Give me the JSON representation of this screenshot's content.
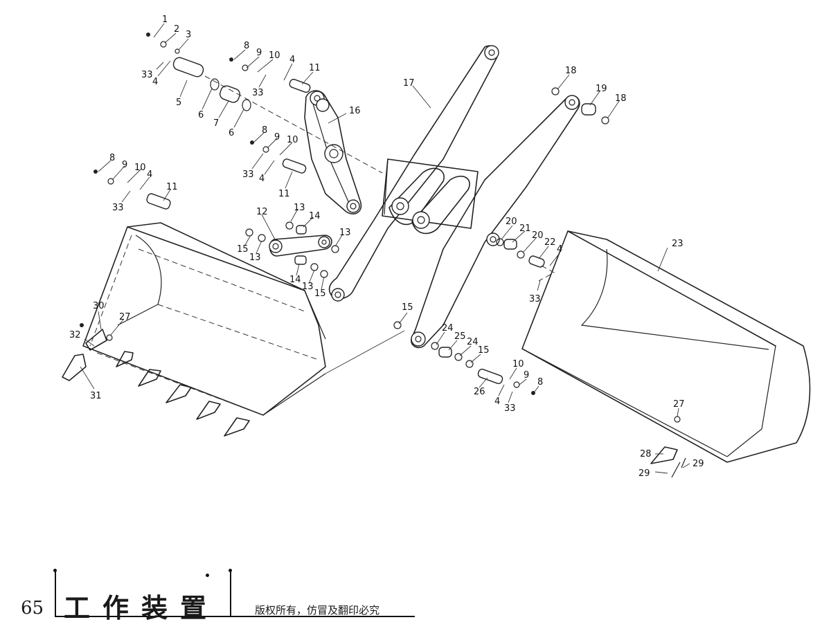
{
  "diagram": {
    "callouts": [
      {
        "id": "c1",
        "text": "1"
      },
      {
        "id": "c2",
        "text": "2"
      },
      {
        "id": "c3",
        "text": "3"
      },
      {
        "id": "c33a",
        "text": "33"
      },
      {
        "id": "c4a",
        "text": "4"
      },
      {
        "id": "c5",
        "text": "5"
      },
      {
        "id": "c6a",
        "text": "6"
      },
      {
        "id": "c7",
        "text": "7"
      },
      {
        "id": "c6b",
        "text": "6"
      },
      {
        "id": "c8a",
        "text": "8"
      },
      {
        "id": "c9a",
        "text": "9"
      },
      {
        "id": "c10a",
        "text": "10"
      },
      {
        "id": "c4b",
        "text": "4"
      },
      {
        "id": "c11a",
        "text": "11"
      },
      {
        "id": "c33b",
        "text": "33"
      },
      {
        "id": "c16",
        "text": "16"
      },
      {
        "id": "c17",
        "text": "17"
      },
      {
        "id": "c8b",
        "text": "8"
      },
      {
        "id": "c9b",
        "text": "9"
      },
      {
        "id": "c10b",
        "text": "10"
      },
      {
        "id": "c33c",
        "text": "33"
      },
      {
        "id": "c4c",
        "text": "4"
      },
      {
        "id": "c11b",
        "text": "11"
      },
      {
        "id": "c8c",
        "text": "8"
      },
      {
        "id": "c9c",
        "text": "9"
      },
      {
        "id": "c10c",
        "text": "10"
      },
      {
        "id": "c4d",
        "text": "4"
      },
      {
        "id": "c11c",
        "text": "11"
      },
      {
        "id": "c33d",
        "text": "33"
      },
      {
        "id": "c12",
        "text": "12"
      },
      {
        "id": "c13a",
        "text": "13"
      },
      {
        "id": "c14a",
        "text": "14"
      },
      {
        "id": "c15a",
        "text": "15"
      },
      {
        "id": "c13b",
        "text": "13"
      },
      {
        "id": "c13c",
        "text": "13"
      },
      {
        "id": "c14b",
        "text": "14"
      },
      {
        "id": "c13d",
        "text": "13"
      },
      {
        "id": "c15b",
        "text": "15"
      },
      {
        "id": "c18a",
        "text": "18"
      },
      {
        "id": "c19",
        "text": "19"
      },
      {
        "id": "c18b",
        "text": "18"
      },
      {
        "id": "c20a",
        "text": "20"
      },
      {
        "id": "c21",
        "text": "21"
      },
      {
        "id": "c20b",
        "text": "20"
      },
      {
        "id": "c22",
        "text": "22"
      },
      {
        "id": "c4e",
        "text": "4"
      },
      {
        "id": "c33e",
        "text": "33"
      },
      {
        "id": "c23",
        "text": "23"
      },
      {
        "id": "c30",
        "text": "30"
      },
      {
        "id": "c27a",
        "text": "27"
      },
      {
        "id": "c32",
        "text": "32"
      },
      {
        "id": "c31",
        "text": "31"
      },
      {
        "id": "c15c",
        "text": "15"
      },
      {
        "id": "c24a",
        "text": "24"
      },
      {
        "id": "c25",
        "text": "25"
      },
      {
        "id": "c24b",
        "text": "24"
      },
      {
        "id": "c15d",
        "text": "15"
      },
      {
        "id": "c10d",
        "text": "10"
      },
      {
        "id": "c9d",
        "text": "9"
      },
      {
        "id": "c8d",
        "text": "8"
      },
      {
        "id": "c26",
        "text": "26"
      },
      {
        "id": "c4f",
        "text": "4"
      },
      {
        "id": "c33f",
        "text": "33"
      },
      {
        "id": "c27b",
        "text": "27"
      },
      {
        "id": "c28",
        "text": "28"
      },
      {
        "id": "c29a",
        "text": "29"
      },
      {
        "id": "c29b",
        "text": "29"
      }
    ]
  },
  "footer": {
    "page_number": "65",
    "title": "工作装置",
    "copyright": "版权所有，仿冒及翻印必究"
  }
}
